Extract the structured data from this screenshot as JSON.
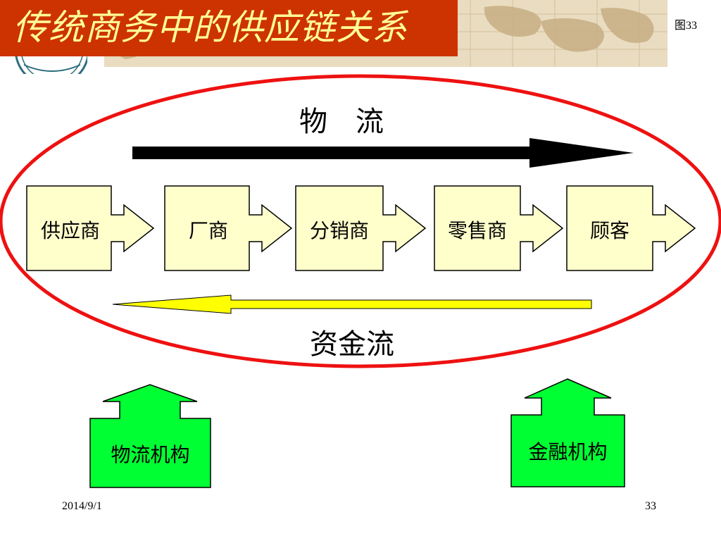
{
  "slide": {
    "title": "传统商务中的供应链关系",
    "page_tag": "图33",
    "date": "2014/9/1",
    "page_number": "33"
  },
  "flows": {
    "goods_label": "物　流",
    "money_label": "资金流"
  },
  "chain": [
    {
      "label": "供应商"
    },
    {
      "label": "厂商"
    },
    {
      "label": "分销商"
    },
    {
      "label": "零售商"
    },
    {
      "label": "顾客"
    }
  ],
  "institutions": [
    {
      "label": "物流机构"
    },
    {
      "label": "金融机构"
    }
  ],
  "colors": {
    "title_bg": "#cc3300",
    "title_text": "#ffff99",
    "ellipse": "#ee1111",
    "box_fill": "#ffffcc",
    "money_arrow": "#ffff00",
    "institution_fill": "#00ff33"
  }
}
